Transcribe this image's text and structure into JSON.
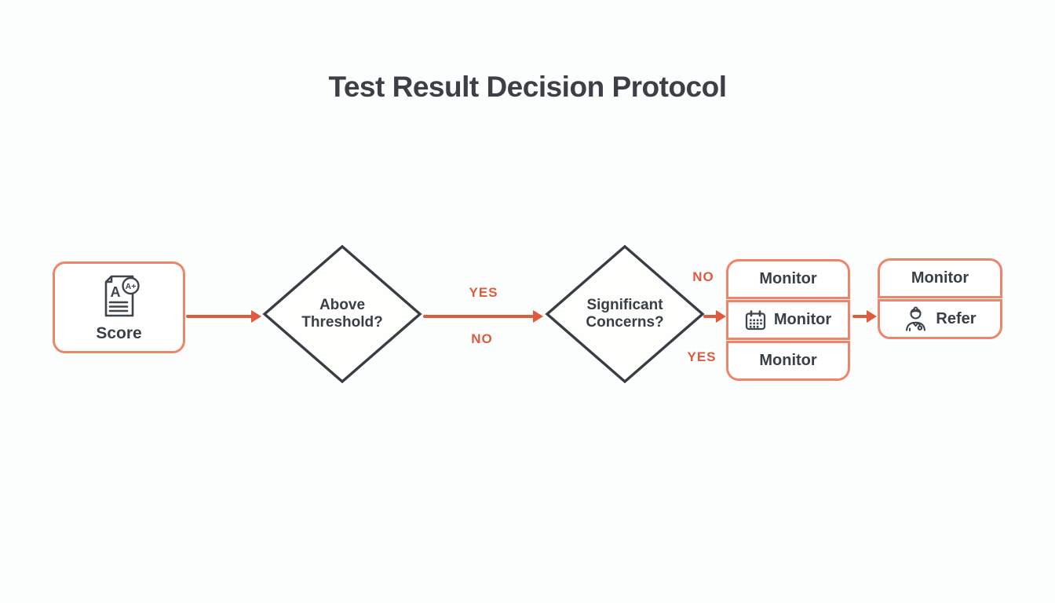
{
  "title": "Test Result Decision Protocol",
  "colors": {
    "arrow_accent": "#DF5B3C",
    "node_border": "#EC866B",
    "diamond_stroke": "#373D44",
    "ink": "#3A4047",
    "background": "#FCFDFD"
  },
  "flow": {
    "start": {
      "label": "Score",
      "icon": "graded-test-paper-icon",
      "icon_letter": "A",
      "icon_badge": "A+"
    },
    "decision1": {
      "label": "Above Threshold?"
    },
    "edge1": {
      "top_label": "YES",
      "bottom_label": "NO"
    },
    "decision2": {
      "label": "Significant Concerns?"
    },
    "edge2": {
      "top_label": "NO",
      "bottom_label": "YES"
    },
    "monitor_stack": {
      "rows": [
        {
          "label": "Monitor"
        },
        {
          "label": "Monitor",
          "icon": "calendar-icon"
        },
        {
          "label": "Monitor"
        }
      ]
    },
    "outcome_box": {
      "rows": [
        {
          "label": "Monitor"
        },
        {
          "label": "Refer",
          "icon": "doctor-icon"
        }
      ]
    }
  }
}
